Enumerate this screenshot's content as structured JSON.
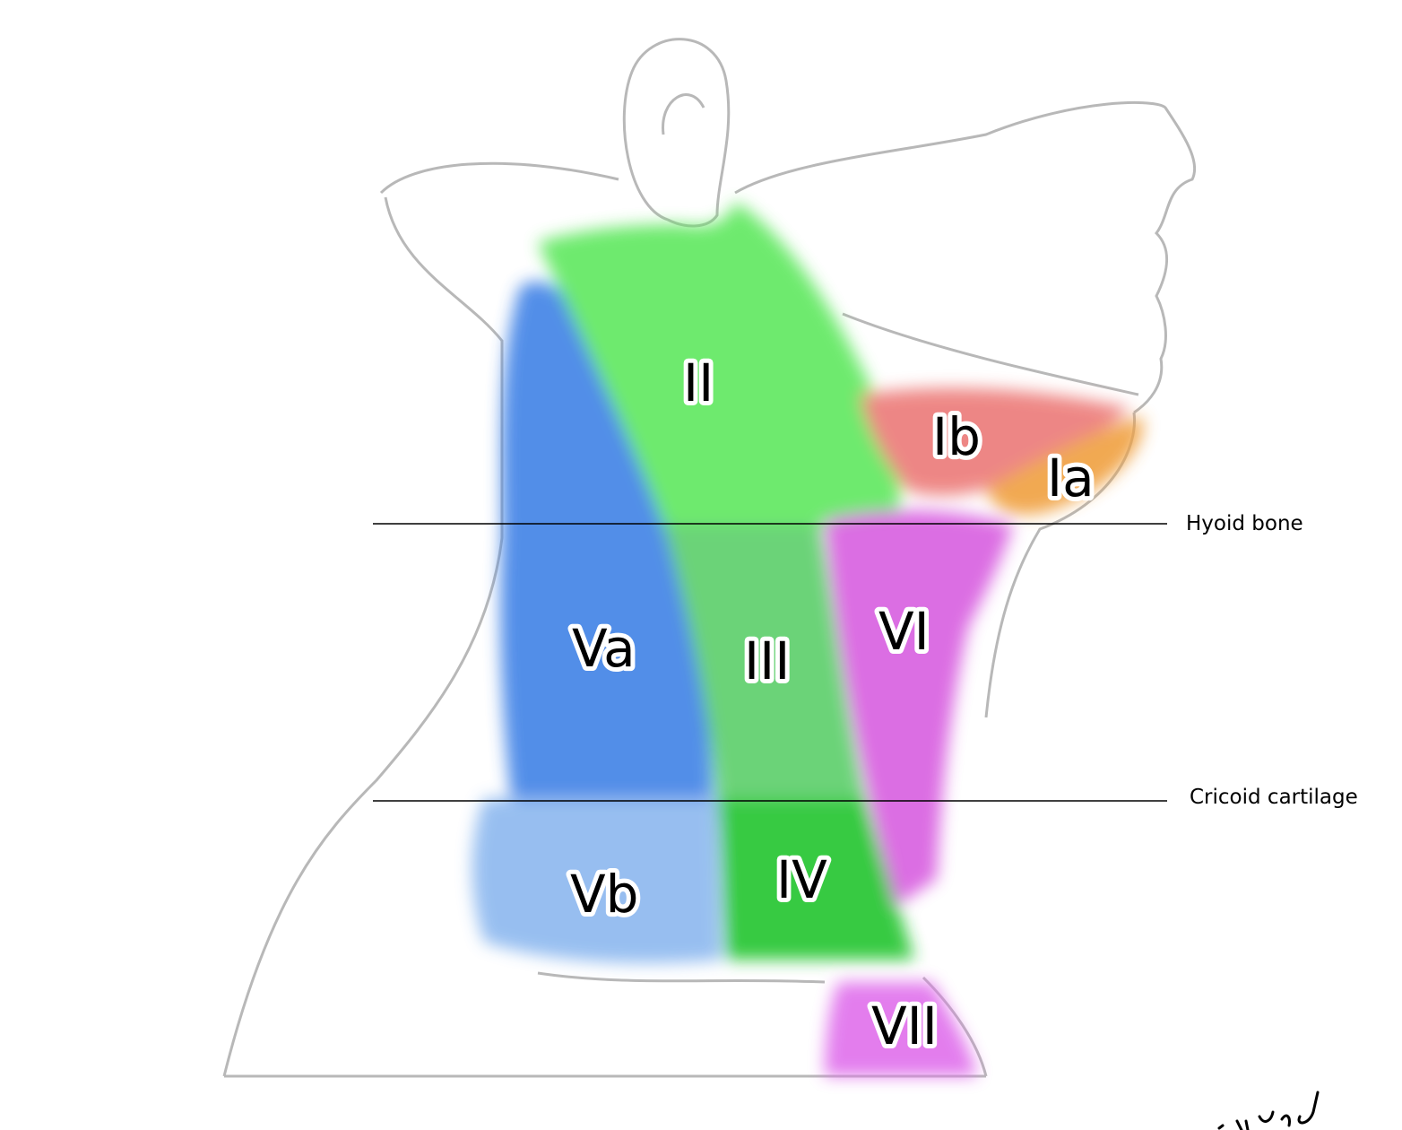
{
  "levels": {
    "Ia": "Ia",
    "Ib": "Ib",
    "II": "II",
    "III": "III",
    "IV": "IV",
    "Va": "Va",
    "Vb": "Vb",
    "VI": "VI",
    "VII": "VII"
  },
  "landmarks": {
    "hyoid": "Hyoid bone",
    "cricoid": "Cricoid cartilage"
  },
  "colors": {
    "level_I_a": "#f0a040",
    "level_I_b": "#ec7a78",
    "level_II": "#5ee85e",
    "level_III": "#5ccf6a",
    "level_IV": "#22c52e",
    "level_Va": "#3f82e6",
    "level_Vb": "#8cb8ef",
    "level_VI": "#d85ee0",
    "level_VII": "#e070ec",
    "outline": "#b8b8b8"
  }
}
